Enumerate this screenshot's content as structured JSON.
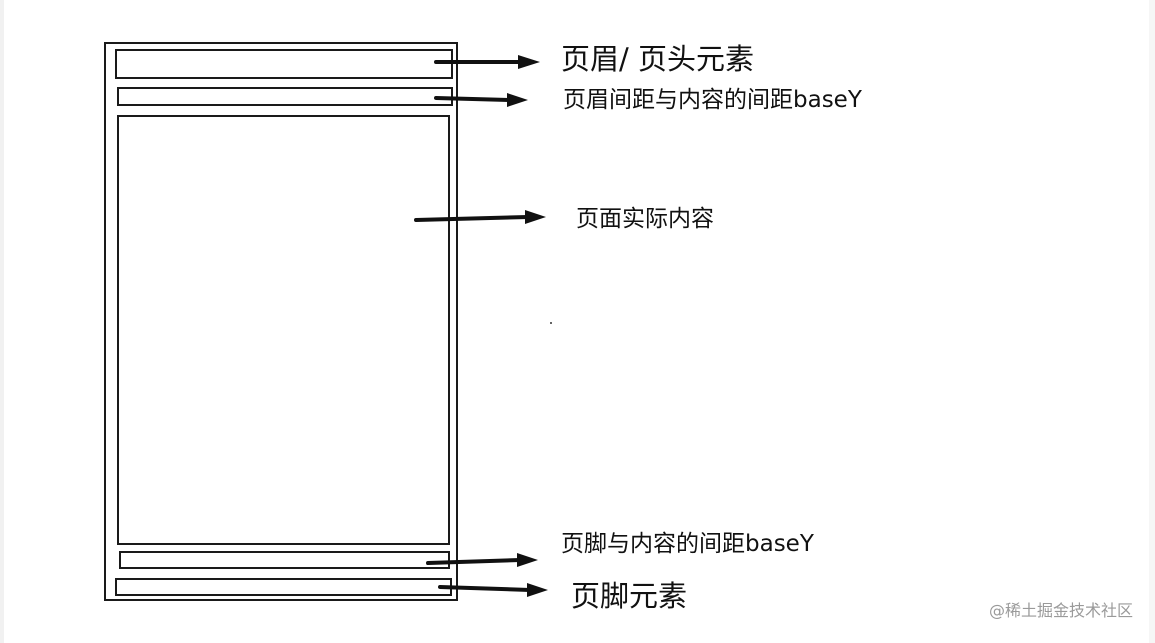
{
  "colors": {
    "stroke": "#1a1a1a",
    "text": "#111111",
    "watermark": "#9a9a9a",
    "background": "#ffffff"
  },
  "diagram": {
    "labels": {
      "header": "页眉/ 页头元素",
      "header_gap": "页眉间距与内容的间距baseY",
      "content": "页面实际内容",
      "footer_gap": "页脚与内容的间距baseY",
      "footer": "页脚元素"
    }
  },
  "watermark": "@稀土掘金技术社区"
}
